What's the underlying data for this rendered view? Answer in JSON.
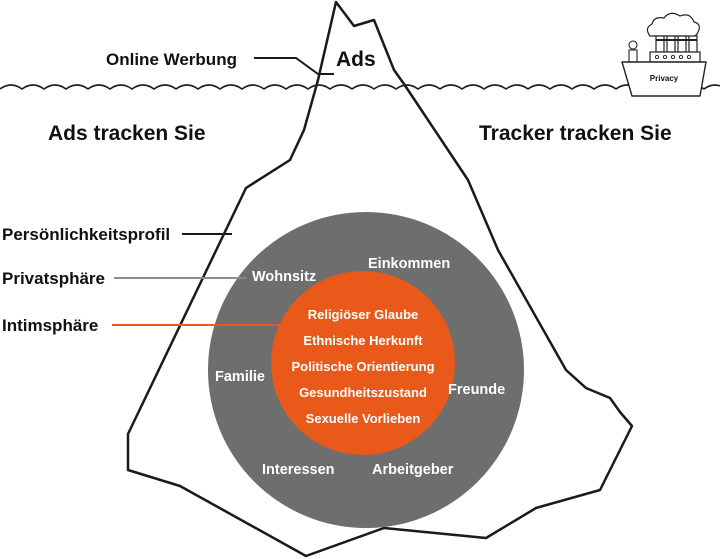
{
  "header": {
    "online_ads": "Online Werbung",
    "ads": "Ads",
    "left_heading": "Ads tracken Sie",
    "right_heading": "Tracker tracken Sie"
  },
  "layers": {
    "personality": "Persönlichkeitsprofil",
    "private": "Privatsphäre",
    "intimate": "Intimsphäre"
  },
  "outer_ring": {
    "wohnsitz": "Wohnsitz",
    "einkommen": "Einkommen",
    "familie": "Familie",
    "freunde": "Freunde",
    "interessen": "Interessen",
    "arbeitgeber": "Arbeitgeber"
  },
  "inner_core": [
    "Religiöser Glaube",
    "Ethnische Herkunft",
    "Politische Orientierung",
    "Gesundheitszustand",
    "Sexuelle Vorlieben"
  ],
  "ship": {
    "label": "Privacy"
  },
  "colors": {
    "outer_ring": "#6e6e6e",
    "inner_core": "#e8591a",
    "outline": "#1a1a1a",
    "intimate_line": "#e8591a",
    "private_line": "#8a8a8a"
  }
}
